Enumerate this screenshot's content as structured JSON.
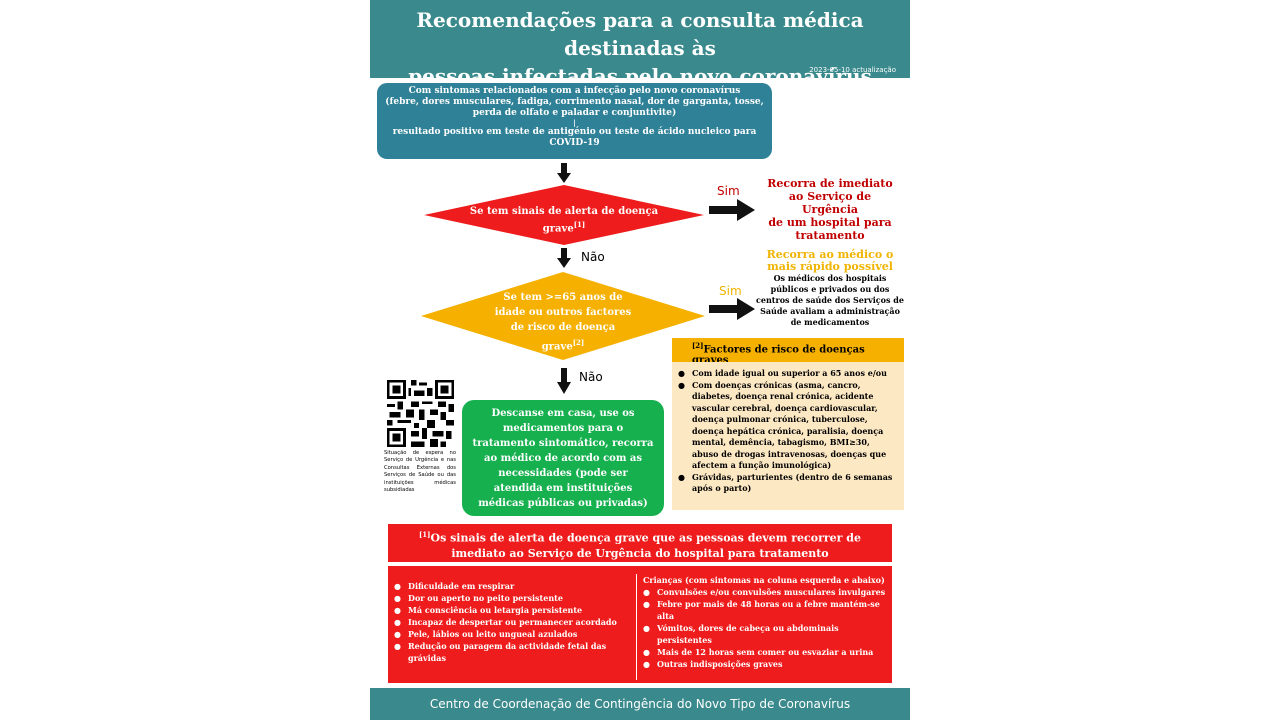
{
  "header": {
    "title_line1": "Recomendações para a consulta médica destinadas às",
    "title_line2": "pessoas infectadas pelo novo coronavírus",
    "date": "2023-05-10 actualização"
  },
  "intro": {
    "line1": "Com sintomas relacionados com a infecção pelo novo coronavírus",
    "line2": "(febre, dores musculares, fadiga, corrimento nasal, dor de garganta, tosse,",
    "line3": "perda de olfato e paladar e conjuntivite)",
    "sep": "|",
    "line4": "resultado positivo em teste de antigénio ou teste de ácido nucleico para",
    "line5": "COVID-19"
  },
  "decision1": {
    "line1": "Se tem sinais de alerta de doença",
    "line2": "grave",
    "ref": "[1]",
    "yes": "Sim",
    "no": "Não"
  },
  "result1": {
    "line1": "Recorra de imediato",
    "line2": "ao Serviço de Urgência",
    "line3": "de um hospital para",
    "line4": "tratamento"
  },
  "decision2": {
    "line1": "Se tem >=65 anos de",
    "line2": "idade ou outros factores",
    "line3": "de risco de doença",
    "line4": "grave",
    "ref": "[2]",
    "yes": "Sim",
    "no": "Não"
  },
  "result2": {
    "title1": "Recorra ao médico o",
    "title2": "mais rápido possível",
    "body1": "Os médicos dos hospitais",
    "body2": "públicos e privados ou dos",
    "body3": "centros de saúde dos Serviços de",
    "body4": "Saúde avaliam a administração",
    "body5": "de medicamentos"
  },
  "risk": {
    "ref": "[2]",
    "title": "Factores de risco de doenças graves",
    "items": [
      "Com idade igual ou superior a 65 anos e/ou",
      "Com doenças crónicas (asma, cancro, diabetes, doença renal crónica, acidente vascular cerebral, doença cardiovascular, doença pulmonar crónica, tuberculose, doença hepática crónica, paralisia, doença mental, demência, tabagismo, BMI≥30, abuso de drogas intravenosas, doenças que afectem a função imunológica)",
      "Grávidas, parturientes (dentro de 6 semanas após o parto)"
    ]
  },
  "qr_caption": "Situação de espera no Serviço de Urgência e nas Consultas Externas dos Serviços de Saúde ou das instituições médicas subsidiadas",
  "home_care": "Descanse em casa, use os medicamentos para o tratamento sintomático, recorra ao médico de acordo com as necessidades (pode ser atendida em instituições médicas públicas ou privadas)",
  "warning": {
    "ref": "[1]",
    "title": "Os sinais de alerta de doença grave que as pessoas devem recorrer de imediato ao Serviço de Urgência do hospital para tratamento",
    "left_items": [
      "Dificuldade em respirar",
      "Dor ou aperto no peito persistente",
      "Má consciência ou letargia persistente",
      "Incapaz de despertar ou permanecer acordado",
      "Pele, lábios ou leito ungueal azulados",
      "Redução ou paragem da actividade fetal das grávidas"
    ],
    "right_title": "Crianças (com sintomas na coluna esquerda e abaixo)",
    "right_items": [
      "Convulsões e/ou convulsões musculares invulgares",
      "Febre por mais de 48 horas ou a febre mantém-se alta",
      "Vómitos, dores de cabeça ou abdominais persistentes",
      "Mais de 12 horas sem comer ou esvaziar a urina",
      "Outras indisposições graves"
    ]
  },
  "footer": "Centro de Coordenação de Contingência do Novo Tipo de Coronavírus",
  "colors": {
    "teal": "#3a8a8d",
    "intro": "#2f8197",
    "red": "#ee1c1c",
    "yellow": "#f5b000",
    "green": "#17b04f",
    "cream": "#fde8c4"
  }
}
